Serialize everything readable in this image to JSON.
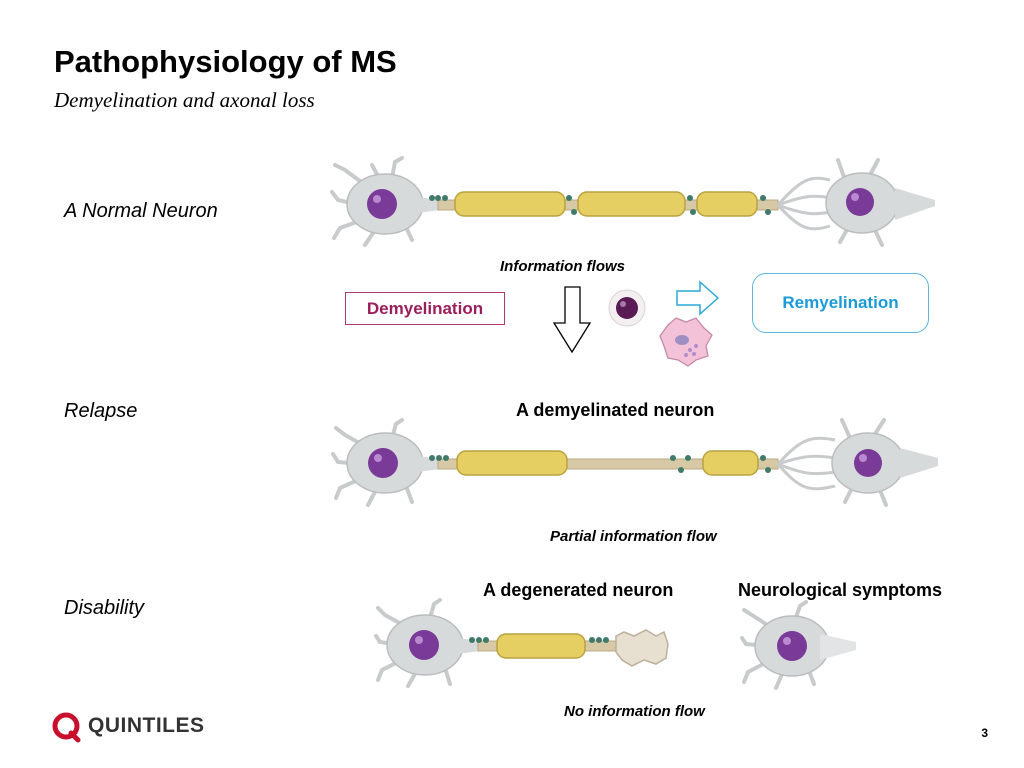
{
  "slide": {
    "title": "Pathophysiology of MS",
    "subtitle": "Demyelination and axonal loss",
    "page_number": "3"
  },
  "stages": {
    "normal": "A Normal Neuron",
    "relapse": "Relapse",
    "disability": "Disability"
  },
  "annotations": {
    "information_flows": "Information flows",
    "demyelination": "Demyelination",
    "remyelination": "Remyelination",
    "demyelinated_neuron": "A demyelinated neuron",
    "partial_flow": "Partial information flow",
    "degenerated_neuron": "A degenerated neuron",
    "neurological_symptoms": "Neurological symptoms",
    "no_flow": "No information flow"
  },
  "logo": {
    "text": "QUINTILES"
  },
  "colors": {
    "demyelination": "#9c1f5c",
    "remyelination": "#1a9ad6",
    "myelin": "#e6cf62",
    "nucleus": "#7a3a98",
    "cell_body": "#d9dcdc",
    "logo_red": "#c8102e"
  }
}
